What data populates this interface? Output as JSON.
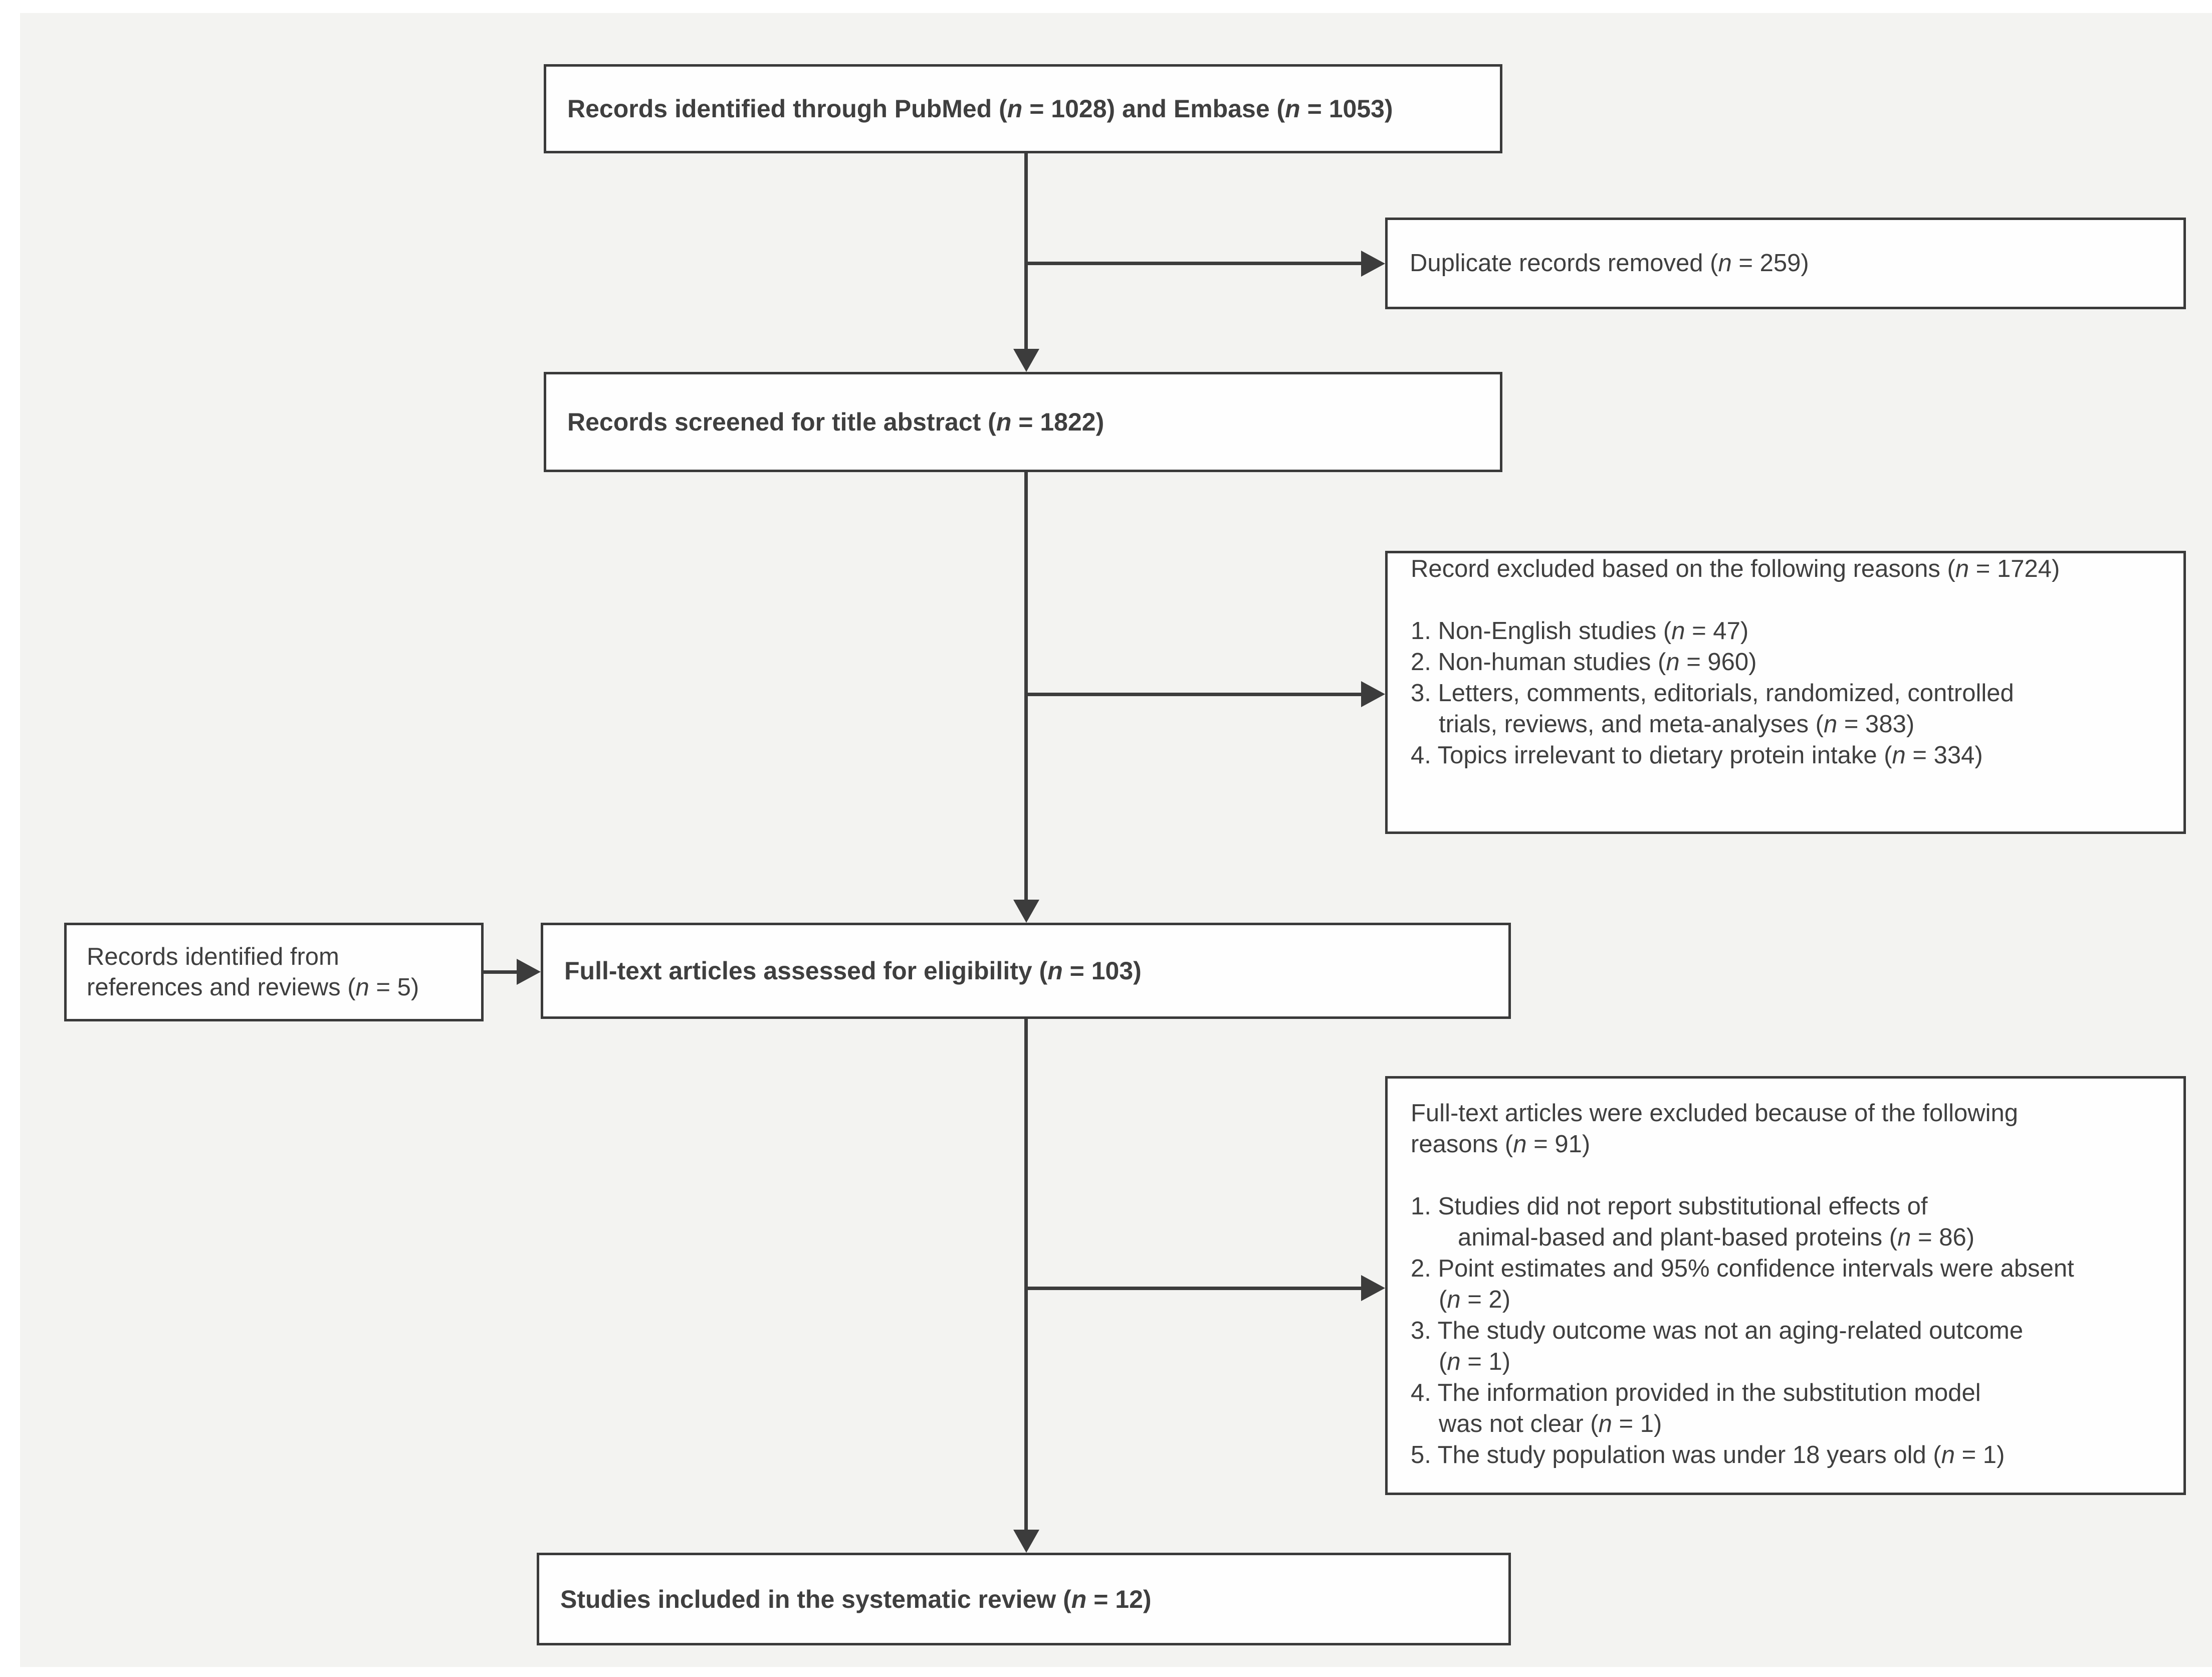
{
  "palette": {
    "page_background": "#f3f3f1",
    "box_background": "#fefefe",
    "box_border": "#3a3a3a",
    "text": "#3f3f3f",
    "arrow": "#3c3c3c"
  },
  "flow": {
    "identified": {
      "text": "Records identified through PubMed (n = 1028) and Embase (n = 1053)"
    },
    "duplicates_removed": {
      "text": "Duplicate records removed (n = 259)"
    },
    "screened": {
      "text": "Records screened for title abstract (n = 1822)"
    },
    "excluded_screening": {
      "header": "Record excluded based on the following reasons (n = 1724)",
      "lines": [
        "1. Non-English studies (n = 47)",
        "2. Non-human studies (n = 960)",
        "3. Letters, comments, editorials, randomized, controlled",
        "trials, reviews, and meta-analyses (n = 383)",
        "4. Topics irrelevant to dietary protein intake (n = 334)"
      ]
    },
    "references": {
      "line1": "Records identified from",
      "line2": "references and reviews (n = 5)"
    },
    "fulltext_assessed": {
      "text": "Full-text articles assessed for eligibility (n = 103)"
    },
    "excluded_fulltext": {
      "header_line1": "Full-text articles were excluded because of the following",
      "header_line2": "reasons (n = 91)",
      "lines": [
        "1. Studies did not report substitutional effects of",
        "animal-based and plant-based proteins (n = 86)",
        "2. Point estimates and 95% confidence intervals were absent",
        "(n = 2)",
        "3. The study outcome was not an aging-related outcome",
        "(n = 1)",
        "4. The information provided in the substitution model",
        "was not clear (n = 1)",
        "5. The study population was under 18 years old (n = 1)"
      ]
    },
    "included": {
      "text": "Studies included in the systematic review (n = 12)"
    }
  }
}
